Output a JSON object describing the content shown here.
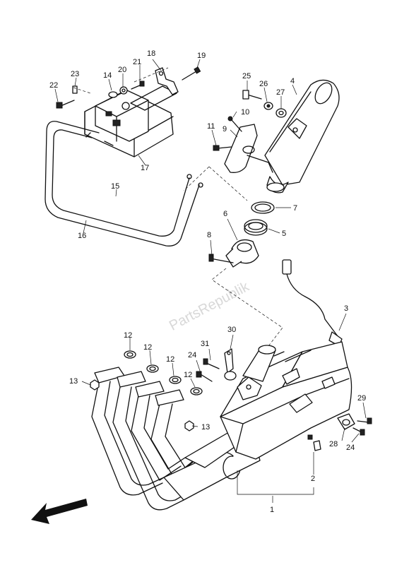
{
  "watermark": "PartsRepublik",
  "callouts": [
    {
      "id": "c1",
      "text": "1"
    },
    {
      "id": "c2",
      "text": "2"
    },
    {
      "id": "c3",
      "text": "3"
    },
    {
      "id": "c4",
      "text": "4"
    },
    {
      "id": "c5",
      "text": "5"
    },
    {
      "id": "c6",
      "text": "6"
    },
    {
      "id": "c7",
      "text": "7"
    },
    {
      "id": "c8",
      "text": "8"
    },
    {
      "id": "c9",
      "text": "9"
    },
    {
      "id": "c10",
      "text": "10"
    },
    {
      "id": "c11",
      "text": "11"
    },
    {
      "id": "c12a",
      "text": "12"
    },
    {
      "id": "c12b",
      "text": "12"
    },
    {
      "id": "c12c",
      "text": "12"
    },
    {
      "id": "c12d",
      "text": "12"
    },
    {
      "id": "c13a",
      "text": "13"
    },
    {
      "id": "c13b",
      "text": "13"
    },
    {
      "id": "c14",
      "text": "14"
    },
    {
      "id": "c15",
      "text": "15"
    },
    {
      "id": "c16",
      "text": "16"
    },
    {
      "id": "c17",
      "text": "17"
    },
    {
      "id": "c18",
      "text": "18"
    },
    {
      "id": "c19",
      "text": "19"
    },
    {
      "id": "c20",
      "text": "20"
    },
    {
      "id": "c21",
      "text": "21"
    },
    {
      "id": "c22",
      "text": "22"
    },
    {
      "id": "c23",
      "text": "23"
    },
    {
      "id": "c24a",
      "text": "24"
    },
    {
      "id": "c24b",
      "text": "24"
    },
    {
      "id": "c25",
      "text": "25"
    },
    {
      "id": "c26",
      "text": "26"
    },
    {
      "id": "c27",
      "text": "27"
    },
    {
      "id": "c28",
      "text": "28"
    },
    {
      "id": "c29",
      "text": "29"
    },
    {
      "id": "c30",
      "text": "30"
    },
    {
      "id": "c31",
      "text": "31"
    }
  ],
  "icons": {
    "direction_arrow": "front-direction-arrow-icon"
  }
}
